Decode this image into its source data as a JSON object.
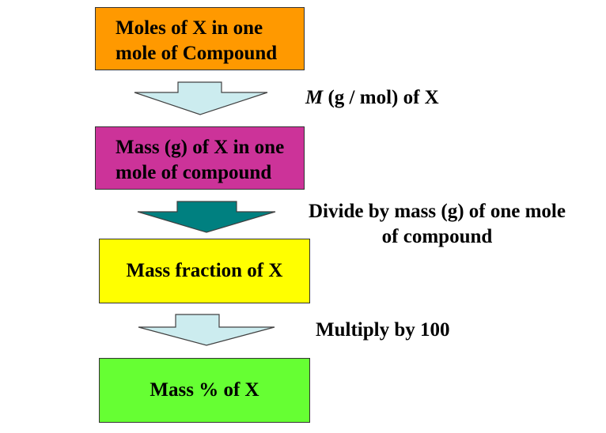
{
  "boxes": [
    {
      "line1": "Moles of X in one",
      "line2": "mole of Compound",
      "color": "#FF9900"
    },
    {
      "line1": "Mass (g) of X in one",
      "line2": "mole of compound",
      "color": "#CC3399"
    },
    {
      "text": "Mass fraction of X",
      "color": "#FFFF00"
    },
    {
      "text": "Mass % of X",
      "color": "#66FF33"
    }
  ],
  "steps": [
    {
      "var": "M",
      "rest": " (g / mol) of X",
      "arrow_color": "#CCECEF"
    },
    {
      "line1": "Divide by mass (g) of one mole",
      "line2": "of compound",
      "arrow_color": "#008080"
    },
    {
      "text": "Multiply by 100",
      "arrow_color": "#CCECEF"
    }
  ]
}
